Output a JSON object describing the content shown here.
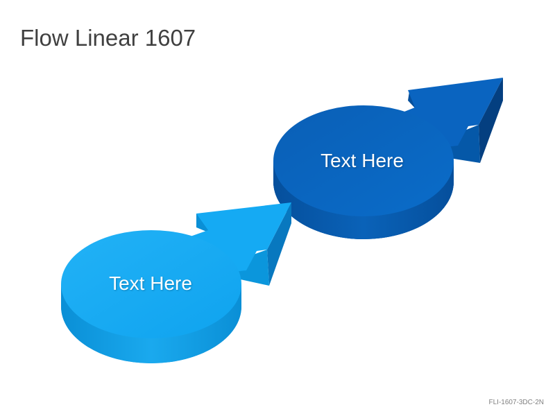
{
  "title": "Flow Linear 1607",
  "steps": [
    {
      "label": "Text Here",
      "color": "#13a7f2",
      "side_color": "#0a8fd6",
      "arrow_color": "#1aaef4",
      "arrow_side": "#0b93d9"
    },
    {
      "label": "Text Here",
      "color": "#0866c2",
      "side_color": "#054f9c",
      "arrow_color": "#0a6ac6",
      "arrow_side": "#0652a0"
    }
  ],
  "footer_code": "FLI-1607-3DC-2N"
}
